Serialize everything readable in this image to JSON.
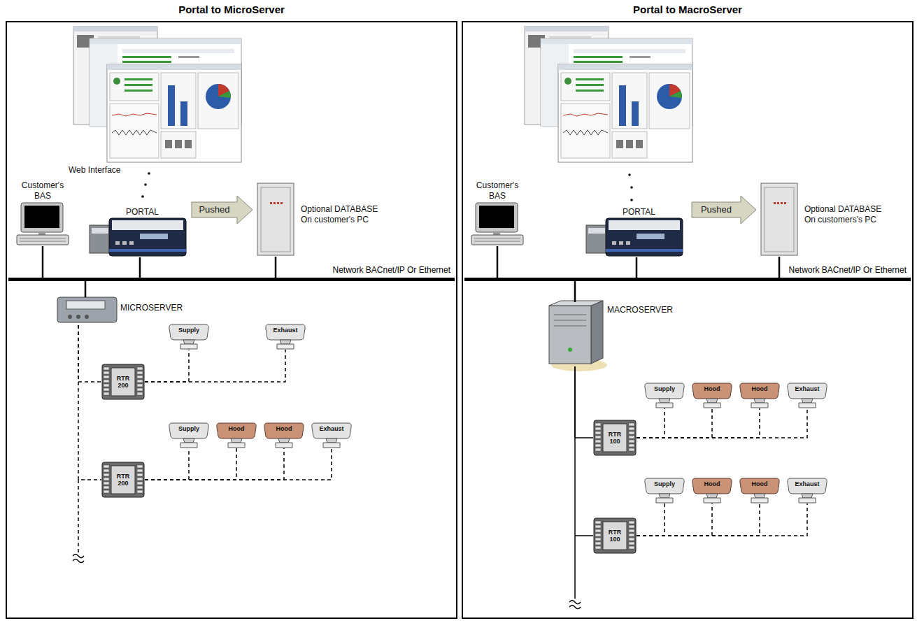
{
  "diagram": {
    "nodes": [
      {
        "text": [
          "Portal to MicroServer"
        ]
      },
      {
        "text": [
          "Customer's BAS"
        ],
        "in": 0
      },
      {
        "text": [
          "PORTAL"
        ],
        "in": 0
      },
      {
        "text": [
          "Optional DATABASE On customer's PC"
        ],
        "in": 0
      },
      {
        "text": [
          "Network BACnet/IP Or Ethernet"
        ],
        "in": 0
      },
      {
        "text": [
          "MICROSERVER"
        ],
        "in": 0
      },
      {
        "text": [
          "RTR 200"
        ],
        "in": 0
      },
      {
        "text": [
          "Supply"
        ],
        "in": 0
      },
      {
        "text": [
          "Exhaust"
        ],
        "in": 0
      },
      {
        "text": [
          "RTR 200"
        ],
        "in": 0
      },
      {
        "text": [
          "Supply"
        ],
        "in": 0
      },
      {
        "text": [
          "Hood"
        ],
        "in": 0
      },
      {
        "text": [
          "Hood"
        ],
        "in": 0
      },
      {
        "text": [
          "Exhaust"
        ],
        "in": 0
      },
      {
        "text": [
          "Portal to MacroServer"
        ]
      },
      {
        "text": [
          "Customer's BAS"
        ],
        "in": 14
      },
      {
        "text": [
          "PORTAL"
        ],
        "in": 14
      },
      {
        "text": [
          "Optional DATABASE On customers's PC"
        ],
        "in": 14
      },
      {
        "text": [
          "Network BACnet/IP Or Ethernet"
        ],
        "in": 14
      },
      {
        "text": [
          "MACROSERVER"
        ],
        "in": 14
      },
      {
        "text": [
          "RTR 100"
        ],
        "in": 14
      },
      {
        "text": [
          "Supply"
        ],
        "in": 14
      },
      {
        "text": [
          "Hood"
        ],
        "in": 14
      },
      {
        "text": [
          "Hood"
        ],
        "in": 14
      },
      {
        "text": [
          "Exhaust"
        ],
        "in": 14
      },
      {
        "text": [
          "RTR 100"
        ],
        "in": 14
      },
      {
        "text": [
          "Supply"
        ],
        "in": 14
      },
      {
        "text": [
          "Hood"
        ],
        "in": 14
      },
      {
        "text": [
          "Hood"
        ],
        "in": 14
      },
      {
        "text": [
          "Exhaust"
        ],
        "in": 14
      }
    ],
    "edges": [
      {
        "from": 2,
        "to": 3,
        "arrow": "to",
        "label": "Pushed"
      },
      {
        "from": 1,
        "to": 4,
        "arrow": "none"
      },
      {
        "from": 2,
        "to": 4,
        "arrow": "none"
      },
      {
        "from": 3,
        "to": 4,
        "arrow": "none"
      },
      {
        "from": 4,
        "to": 5,
        "arrow": "none"
      },
      {
        "from": 5,
        "to": 6,
        "arrow": "none"
      },
      {
        "from": 5,
        "to": 9,
        "arrow": "none"
      },
      {
        "from": 6,
        "to": 7,
        "arrow": "none"
      },
      {
        "from": 6,
        "to": 8,
        "arrow": "none"
      },
      {
        "from": 9,
        "to": 10,
        "arrow": "none"
      },
      {
        "from": 9,
        "to": 11,
        "arrow": "none"
      },
      {
        "from": 9,
        "to": 12,
        "arrow": "none"
      },
      {
        "from": 9,
        "to": 13,
        "arrow": "none"
      },
      {
        "from": 16,
        "to": 17,
        "arrow": "to",
        "label": "Pushed"
      },
      {
        "from": 15,
        "to": 18,
        "arrow": "none"
      },
      {
        "from": 16,
        "to": 18,
        "arrow": "none"
      },
      {
        "from": 17,
        "to": 18,
        "arrow": "none"
      },
      {
        "from": 18,
        "to": 19,
        "arrow": "none"
      },
      {
        "from": 19,
        "to": 20,
        "arrow": "none"
      },
      {
        "from": 19,
        "to": 25,
        "arrow": "none"
      },
      {
        "from": 20,
        "to": 21,
        "arrow": "none"
      },
      {
        "from": 20,
        "to": 22,
        "arrow": "none"
      },
      {
        "from": 20,
        "to": 23,
        "arrow": "none"
      },
      {
        "from": 20,
        "to": 24,
        "arrow": "none"
      },
      {
        "from": 25,
        "to": 26,
        "arrow": "none"
      },
      {
        "from": 25,
        "to": 27,
        "arrow": "none"
      },
      {
        "from": 25,
        "to": 28,
        "arrow": "none"
      },
      {
        "from": 25,
        "to": 29,
        "arrow": "none"
      }
    ],
    "labels": [
      "Web Interface"
    ]
  }
}
